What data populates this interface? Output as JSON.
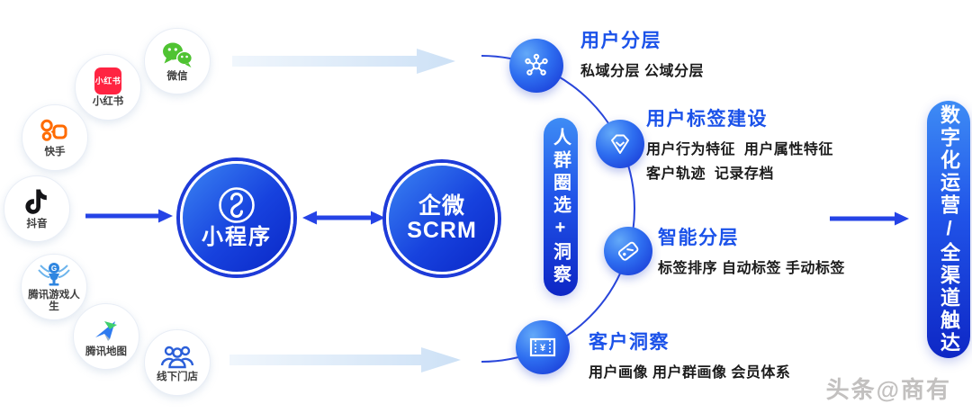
{
  "sources": [
    {
      "label": "微信"
    },
    {
      "label": "小红书",
      "logo_text": "小红书"
    },
    {
      "label": "快手"
    },
    {
      "label": "抖音"
    },
    {
      "label": "腾讯游戏人生"
    },
    {
      "label": "腾讯地图"
    },
    {
      "label": "线下门店"
    }
  ],
  "hub": {
    "mini_program_label": "小程序",
    "scrm_line1": "企微",
    "scrm_line2": "SCRM"
  },
  "pills": {
    "left": "人群圈选+洞察",
    "right": "数字化运营/全渠道触达"
  },
  "branches": [
    {
      "title": "用户分层",
      "lines": [
        "私域分层 公域分层"
      ]
    },
    {
      "title": "用户标签建设",
      "lines": [
        "用户行为特征  用户属性特征",
        "客户轨迹  记录存档"
      ]
    },
    {
      "title": "智能分层",
      "lines": [
        "标签排序 自动标签 手动标签"
      ]
    },
    {
      "title": "客户洞察",
      "lines": [
        "用户画像 用户群画像 会员体系"
      ]
    }
  ],
  "watermark": "头条@商有",
  "colors": {
    "accent_blue": "#2543e6",
    "title_blue": "#1b52e9",
    "body_text": "#1b1b1b",
    "node_blue_light": "#63a9f8",
    "node_blue_dark": "#1531d2",
    "pale_arrow": "#cde1f6",
    "wechat_green": "#4fc332",
    "xiaohongshu_red": "#ff2442",
    "kuaishou_orange": "#ff6b00",
    "douyin_black": "#141417",
    "tencent_blue": "#2f86e0",
    "store_blue": "#2b5fd9"
  },
  "icon_names": [
    "wechat-icon",
    "xiaohongshu-icon",
    "kuaishou-icon",
    "douyin-icon",
    "tencent-game-icon",
    "tencent-map-icon",
    "store-icon",
    "network-hub-icon",
    "diamond-check-icon",
    "price-tag-icon",
    "coupon-icon",
    "mini-program-icon"
  ]
}
